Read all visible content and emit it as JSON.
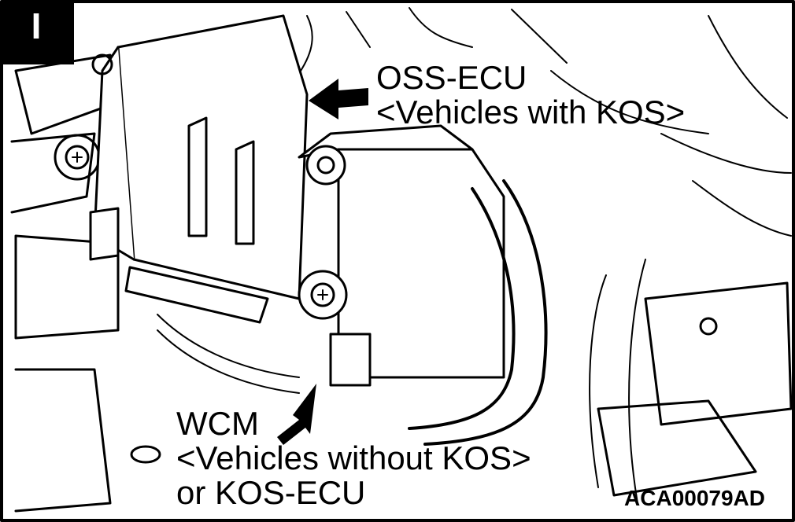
{
  "badge": "I",
  "callouts": {
    "top": {
      "line1": "OSS-ECU",
      "line2": "<Vehicles with KOS>"
    },
    "bottom": {
      "line1": "WCM",
      "line2": "<Vehicles without KOS>",
      "line3": "or KOS-ECU"
    }
  },
  "figure_code": "ACA00079AD",
  "colors": {
    "ink": "#000000",
    "paper": "#ffffff"
  },
  "icons": {
    "arrow_top": "left-pointing-filled-arrow",
    "arrow_bottom": "up-right-pointing-filled-arrow"
  }
}
